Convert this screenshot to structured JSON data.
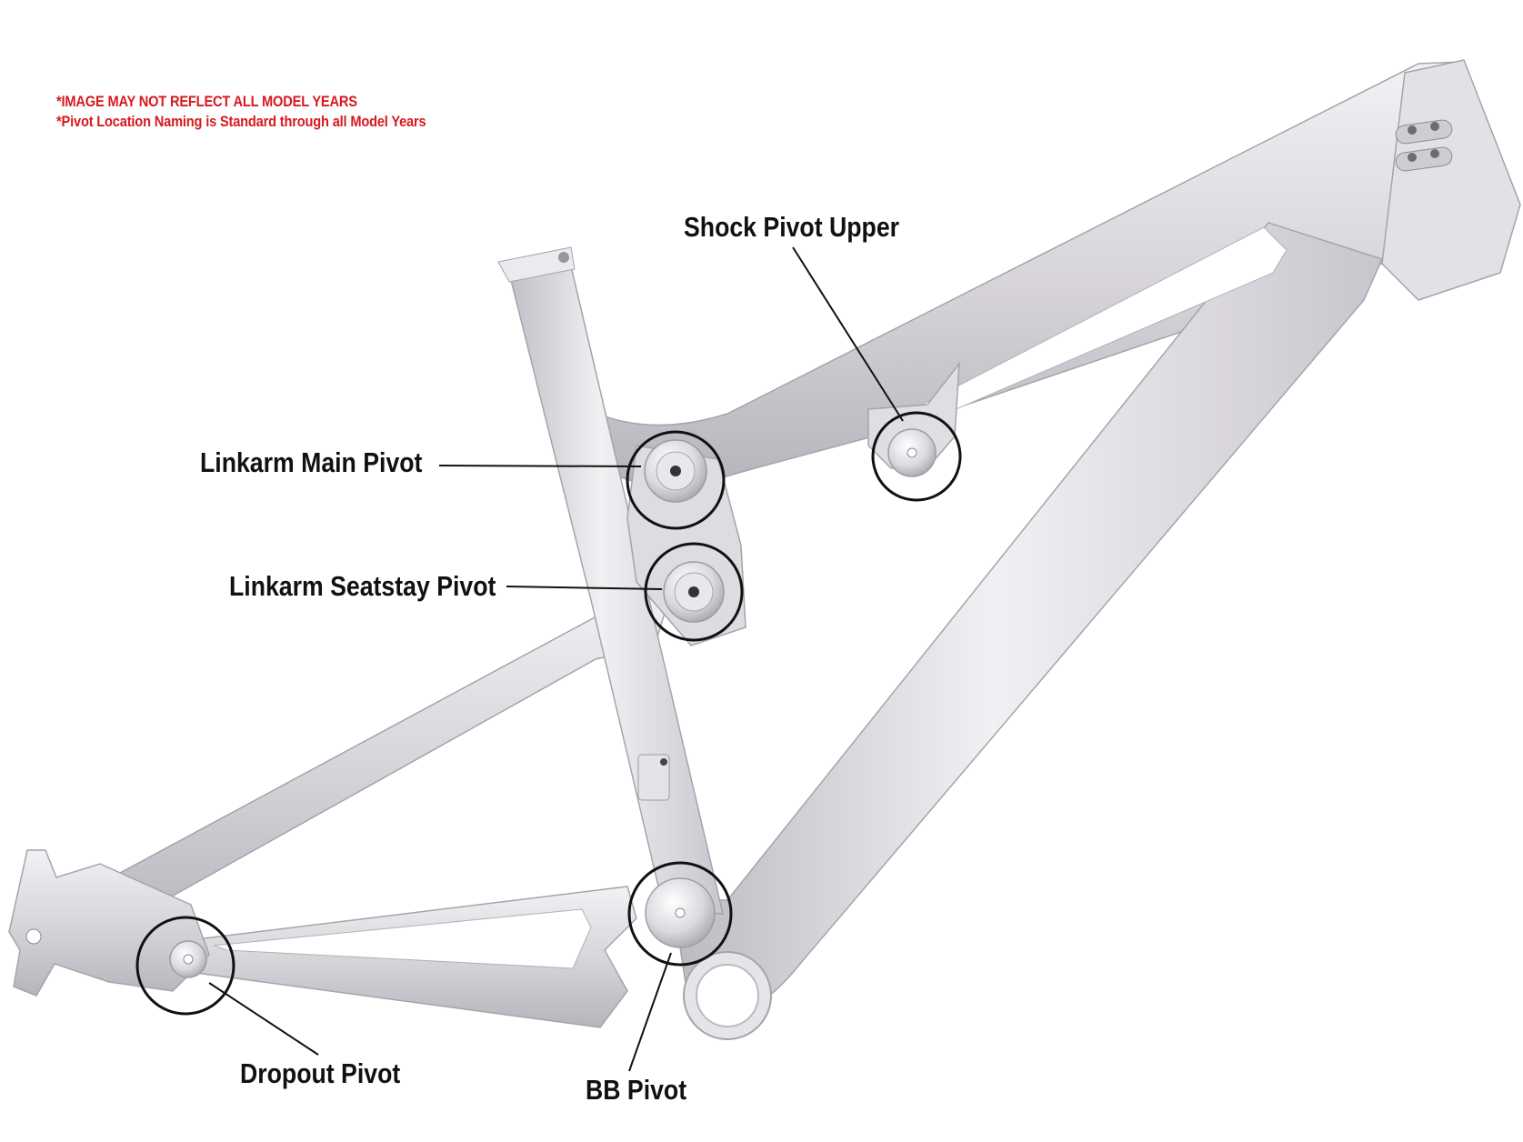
{
  "notes": {
    "line1": "*IMAGE MAY NOT REFLECT ALL MODEL YEARS",
    "line2": "*Pivot Location Naming is Standard through all Model Years",
    "color": "#d7191f"
  },
  "labels": {
    "shock_pivot_upper": "Shock Pivot Upper",
    "linkarm_main_pivot": "Linkarm Main Pivot",
    "linkarm_seatstay_pivot": "Linkarm Seatstay Pivot",
    "dropout_pivot": "Dropout Pivot",
    "bb_pivot": "BB Pivot"
  },
  "colors": {
    "frame": "#d9d6dc",
    "frame_shadow": "#b9b5bd",
    "frame_highlight": "#f4f3f6",
    "callout": "#111111"
  }
}
